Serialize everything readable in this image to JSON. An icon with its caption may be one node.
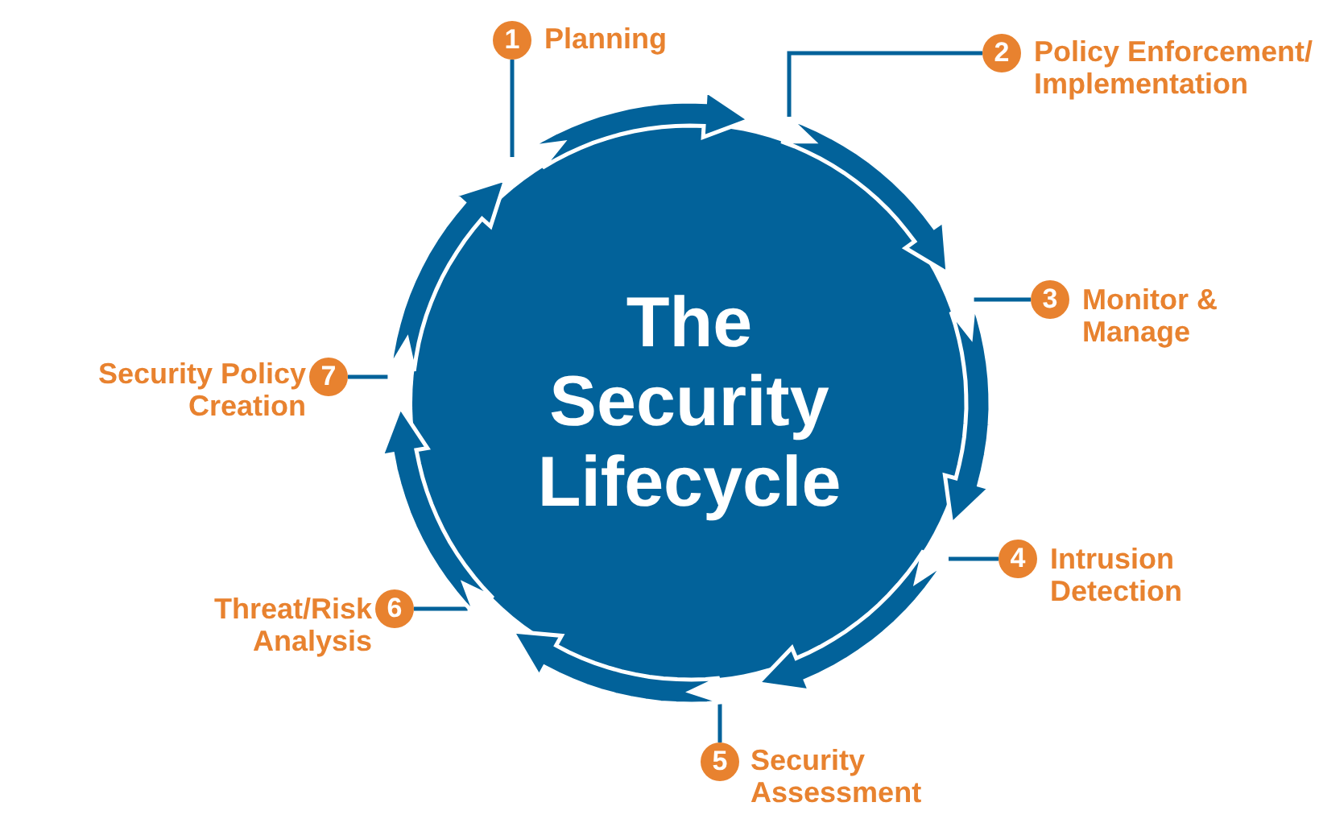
{
  "diagram": {
    "nodes": [
      {
        "text": [
          "The Security Lifecycle"
        ]
      },
      {
        "text": [
          "1"
        ],
        "beside": [
          "Planning"
        ]
      },
      {
        "text": [
          "2"
        ],
        "beside": [
          "Policy Enforcement/ Implementation"
        ]
      },
      {
        "text": [
          "3"
        ],
        "beside": [
          "Monitor & Manage"
        ]
      },
      {
        "text": [
          "4"
        ],
        "beside": [
          "Intrusion Detection"
        ]
      },
      {
        "text": [
          "5"
        ],
        "beside": [
          "Security Assessment"
        ]
      },
      {
        "text": [
          "6"
        ],
        "beside": [
          "Threat/Risk Analysis"
        ]
      },
      {
        "text": [
          "7"
        ],
        "beside": [
          "Security Policy Creation"
        ]
      }
    ],
    "edges": [
      {
        "from": 1,
        "to": 0,
        "arrow": "none"
      },
      {
        "from": 2,
        "to": 0,
        "arrow": "none"
      },
      {
        "from": 3,
        "to": 0,
        "arrow": "none"
      },
      {
        "from": 4,
        "to": 0,
        "arrow": "none"
      },
      {
        "from": 5,
        "to": 0,
        "arrow": "none"
      },
      {
        "from": 6,
        "to": 0,
        "arrow": "none"
      },
      {
        "from": 7,
        "to": 0,
        "arrow": "none"
      }
    ]
  }
}
